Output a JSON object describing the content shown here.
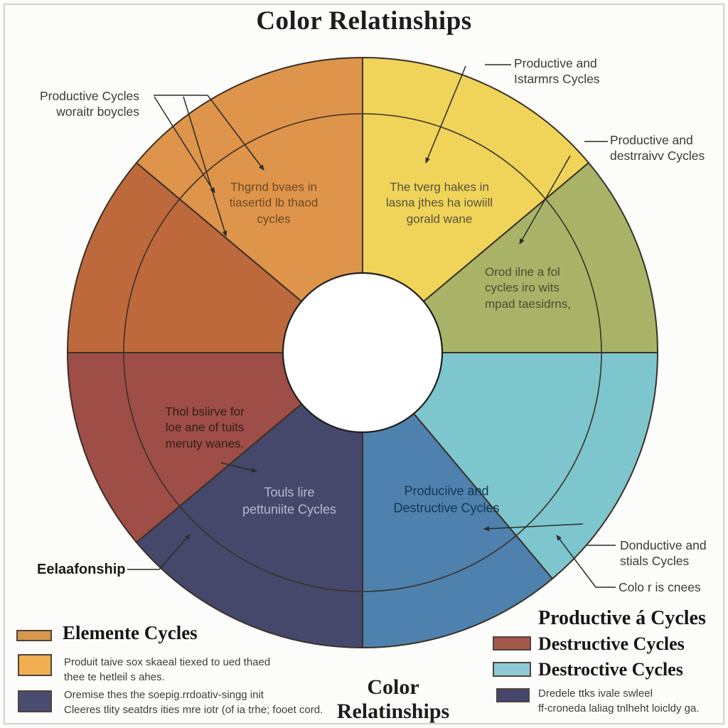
{
  "page": {
    "title": "Color Relatinships",
    "footer_title": "Color Relatinships"
  },
  "wheel": {
    "segments": [
      {
        "id": "yellow",
        "color": "#F0D45A",
        "text": "The tverg hakes in\nlasna jthes ha iowiill\ngorald wane"
      },
      {
        "id": "green",
        "color": "#A9B368",
        "text": "Orod ilne a fol\ncycles iro wits\nmpad taesidrns,"
      },
      {
        "id": "cyan",
        "color": "#7EC6CE",
        "text": ""
      },
      {
        "id": "blue",
        "color": "#4E81AD",
        "text": "Produciive and\nDestructive Cycles"
      },
      {
        "id": "navy",
        "color": "#45486B",
        "text": "Touls lire\npettuniite Cycles"
      },
      {
        "id": "brick",
        "color": "#9E4D47",
        "text": "Thol bsiirve for\nloe ane of tuits\nmeruty wanes."
      },
      {
        "id": "sienna",
        "color": "#BE693C",
        "text": ""
      },
      {
        "id": "orange",
        "color": "#DE944A",
        "text": "Thgrnd bvaes in\ntiasertid lb thaod\ncycles"
      }
    ],
    "outline_color": "#3a3127"
  },
  "callouts": {
    "top_left": "Productive Cycles\nworaitr boycles",
    "top_right": "Productive and\nIstarmrs Cycles",
    "right": "Productive and\ndestrraivv Cycles",
    "bottom_left": "Eelaafonship",
    "right_lower_1": "Donductive and\nstials Cycles",
    "right_lower_2": "Colo r is cnees"
  },
  "legend_left": {
    "heading": "Elemente Cycles",
    "heading_swatch_color": "#D6984C",
    "items": [
      {
        "color": "#EFAF52",
        "text": "Produit taive sox skaeal tiexed to ued thaed\nthee te hetleil s ahes."
      },
      {
        "color": "#4A4D72",
        "text": "Oremise thes the soepig.rrdoativ-singg init\nCleeres tlity seatdrs ities mre iotr (of ia trhe; fooet cord."
      }
    ]
  },
  "legend_right": {
    "heading": "Productive á Cycles",
    "items": [
      {
        "color": "#A6584B",
        "text": "Destructive Cycles"
      },
      {
        "color": "#8FCBD6",
        "text": "Destroctive Cycles"
      }
    ],
    "note_swatch_color": "#44476C",
    "note": "Dredele ttks ivale swleel\nff-croneda laliag tnlheht loicldy ga."
  }
}
